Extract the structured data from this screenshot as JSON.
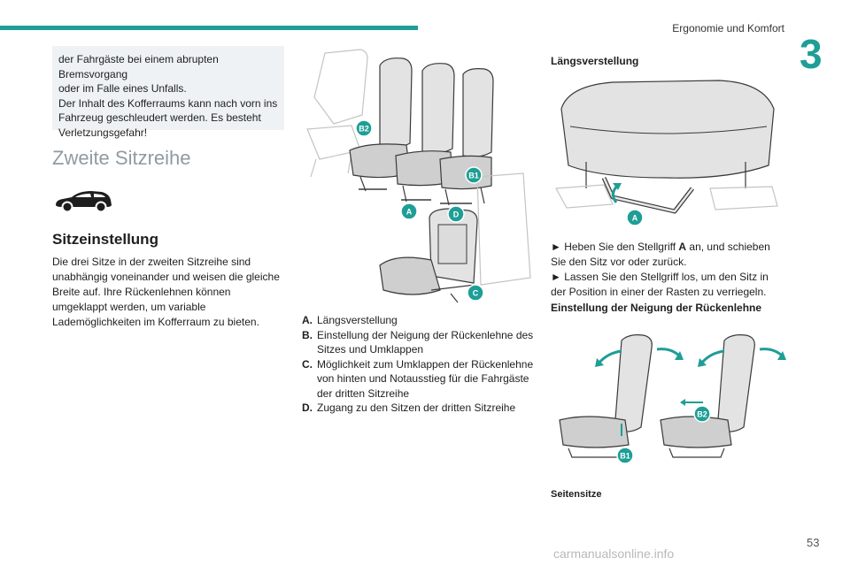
{
  "header": {
    "title": "Ergonomie und Komfort",
    "chapter": "3",
    "accent_color": "#1e9e96"
  },
  "warning": {
    "text": "der Fahrgäste bei einem abrupten Bremsvorgang\noder im Falle eines Unfalls.\nDer Inhalt des Kofferraums kann nach vorn ins\nFahrzeug geschleudert werden. Es besteht\nVerletzungsgefahr!"
  },
  "section": {
    "title": "Zweite Sitzreihe",
    "icon": "car-icon"
  },
  "subsection": {
    "title": "Sitzeinstellung",
    "body": "Die drei Sitze in der zweiten Sitzreihe sind unabhängig voneinander und weisen die gleiche Breite auf. Ihre Rückenlehnen können umgeklappt werden, um variable Lademöglichkeiten im Kofferraum zu bieten."
  },
  "figure_main": {
    "callouts": [
      "B2",
      "B1",
      "A",
      "D",
      "C"
    ]
  },
  "legend": [
    {
      "key": "A.",
      "text": "Längsverstellung"
    },
    {
      "key": "B.",
      "text": "Einstellung der Neigung der Rückenlehne des Sitzes und Umklappen"
    },
    {
      "key": "C.",
      "text": "Möglichkeit zum Umklappen der Rückenlehne von hinten und Notausstieg für die Fahrgäste der dritten Sitzreihe"
    },
    {
      "key": "D.",
      "text": "Zugang zu den Sitzen der dritten Sitzreihe"
    }
  ],
  "longitudinal": {
    "title": "Längsverstellung",
    "callout": "A",
    "step1_prefix": "► Heben Sie den Stellgriff ",
    "step1_key": "A",
    "step1_suffix": " an, und schieben Sie den Sitz vor oder zurück.",
    "step2": "► Lassen Sie den Stellgriff los, um den Sitz in der Position in einer der Rasten zu verriegeln."
  },
  "tilt": {
    "title": "Einstellung der Neigung der Rückenlehne",
    "callouts": [
      "B1",
      "B2"
    ],
    "caption": "Seitensitze"
  },
  "footer": {
    "page_number": "53",
    "watermark": "carmanualsonline.info"
  }
}
